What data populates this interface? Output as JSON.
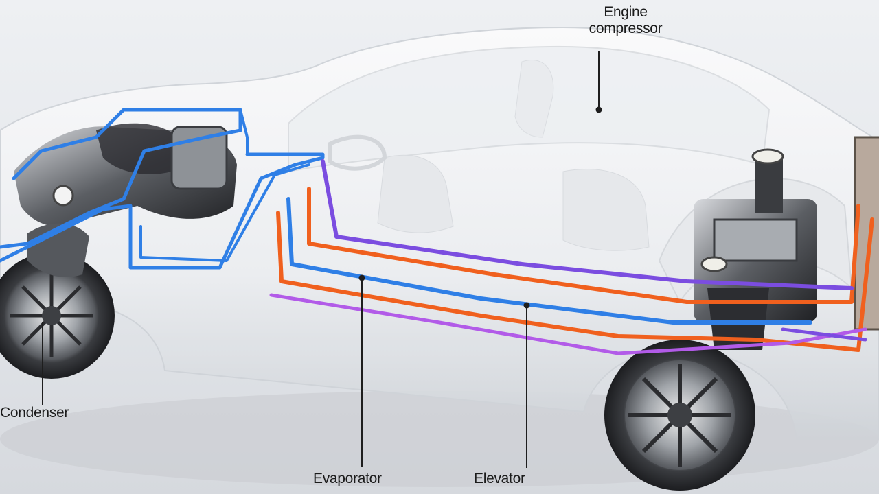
{
  "labels": {
    "engine_line1": "Engine",
    "engine_line2": "compressor",
    "condenser": "Condenser",
    "evaporator": "Evaporator",
    "elevator": "Elevator"
  },
  "colors": {
    "blue_line": "#2f7fe6",
    "orange_line": "#f0601e",
    "purple_line": "#7b4de0",
    "violet_line": "#b25be8",
    "body": "#f4f5f7",
    "leader": "#1e1e1e"
  },
  "icons": [
    "car-body",
    "front-wheel",
    "rear-wheel",
    "front-engine-block",
    "rear-compressor-unit",
    "seat",
    "steering-wheel"
  ]
}
